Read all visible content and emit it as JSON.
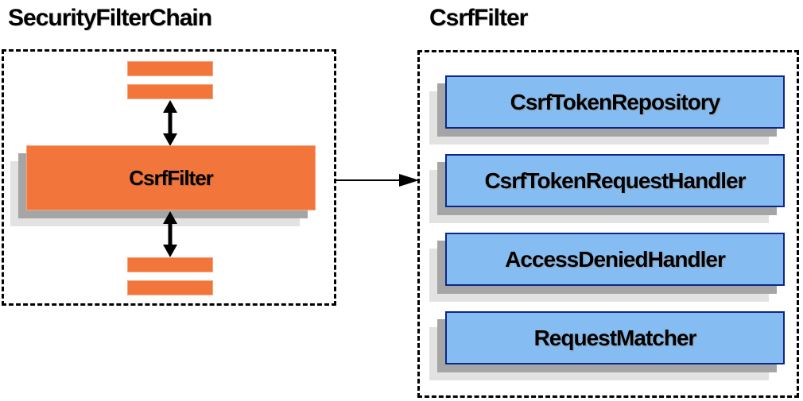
{
  "diagram": {
    "left_panel": {
      "title": "SecurityFilterChain",
      "highlighted_filter_label": "CsrfFilter",
      "other_filters": [
        "filter-bar",
        "filter-bar",
        "filter-bar",
        "filter-bar"
      ]
    },
    "right_panel": {
      "title": "CsrfFilter",
      "components": [
        "CsrfTokenRepository",
        "CsrfTokenRequestHandler",
        "AccessDeniedHandler",
        "RequestMatcher"
      ]
    },
    "relations": [
      "filter-bars <-> CsrfFilter (bidirectional)",
      "CsrfFilter -> CsrfFilter components (directed)"
    ]
  },
  "colors": {
    "orange_fill": "#F2763C",
    "orange_edge": "#F7A478",
    "blue_fill": "#85BDF2",
    "blue_border": "#0C2688",
    "shadow_dark": "#A5A5A5",
    "shadow_light": "#E2E2E2",
    "line": "#000000",
    "background": "#FFFFFF"
  }
}
